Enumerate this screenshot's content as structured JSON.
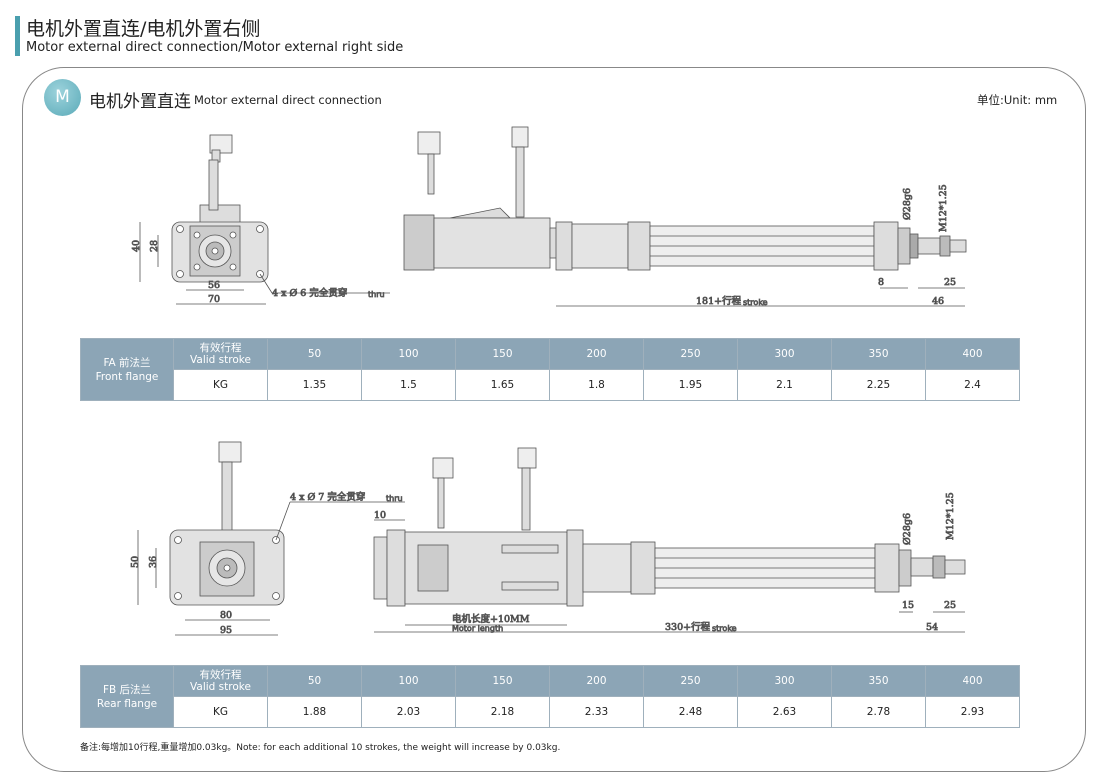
{
  "header": {
    "title_cn": "电机外置直连/电机外置右侧",
    "title_en": "Motor external direct connection/Motor  external right side"
  },
  "section": {
    "badge": "M",
    "title_cn": "电机外置直连",
    "title_en": "Motor external direct connection",
    "unit": "单位:Unit: mm"
  },
  "fa_drawing": {
    "dim_40": "40",
    "dim_28": "28",
    "dim_56": "56",
    "dim_70": "70",
    "holes": "4 x  Ø 6  完全贯穿",
    "holes_en": "thru",
    "dia": "Ø28g6",
    "thread": "M12*1.25",
    "dim_8": "8",
    "dim_25": "25",
    "dim_46": "46",
    "stroke": "181+行程",
    "stroke_en": "stroke"
  },
  "fb_drawing": {
    "dim_50": "50",
    "dim_36": "36",
    "dim_80": "80",
    "dim_95": "95",
    "holes": "4 x  Ø 7  完全贯穿",
    "holes_en": "thru",
    "dim_10": "10",
    "motor_len": "电机长度+10MM",
    "motor_len_en": "Motor length",
    "dia": "Ø28g6",
    "thread": "M12*1.25",
    "dim_15": "15",
    "dim_25": "25",
    "dim_54": "54",
    "stroke": "330+行程",
    "stroke_en": "stroke"
  },
  "table_fa": {
    "name_cn": "FA 前法兰",
    "name_en": "Front flange",
    "label_cn": "有效行程",
    "label_en": "Valid stroke",
    "row_label": "KG",
    "strokes": [
      "50",
      "100",
      "150",
      "200",
      "250",
      "300",
      "350",
      "400"
    ],
    "weights": [
      "1.35",
      "1.5",
      "1.65",
      "1.8",
      "1.95",
      "2.1",
      "2.25",
      "2.4"
    ]
  },
  "table_fb": {
    "name_cn": "FB 后法兰",
    "name_en": "Rear flange",
    "label_cn": "有效行程",
    "label_en": "Valid stroke",
    "row_label": "KG",
    "strokes": [
      "50",
      "100",
      "150",
      "200",
      "250",
      "300",
      "350",
      "400"
    ],
    "weights": [
      "1.88",
      "2.03",
      "2.18",
      "2.33",
      "2.48",
      "2.63",
      "2.78",
      "2.93"
    ]
  },
  "note": "备注:每增加10行程,重量增加0.03kg。Note: for each additional 10 strokes, the weight will increase by 0.03kg."
}
